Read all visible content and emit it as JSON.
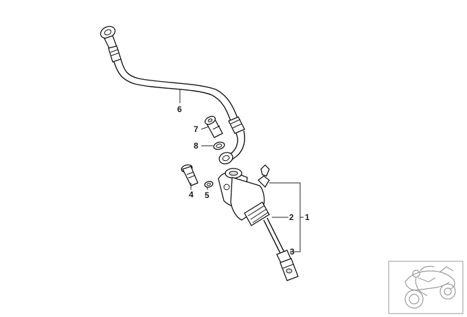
{
  "callouts": {
    "c1": "1",
    "c2": "2",
    "c3": "3",
    "c4": "4",
    "c5": "5",
    "c6": "6",
    "c7": "7",
    "c8": "8"
  },
  "thumbnail": {
    "icon": "motorcycle-icon"
  },
  "colors": {
    "ink": "#111111",
    "background": "#ffffff",
    "shade": "#dcdcdc"
  }
}
